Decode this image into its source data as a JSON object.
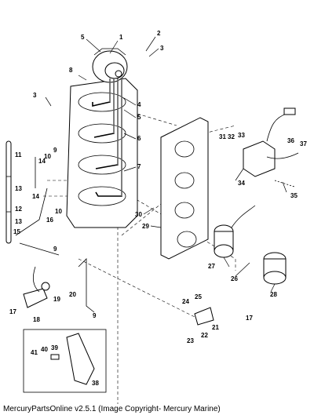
{
  "callouts": [
    "1",
    "2",
    "3",
    "3",
    "4",
    "5",
    "5",
    "6",
    "7",
    "8",
    "9",
    "9",
    "9",
    "10",
    "10",
    "11",
    "12",
    "13",
    "13",
    "14",
    "14",
    "15",
    "16",
    "17",
    "17",
    "18",
    "19",
    "20",
    "21",
    "22",
    "23",
    "24",
    "25",
    "26",
    "27",
    "28",
    "29",
    "30",
    "31",
    "32",
    "33",
    "34",
    "35",
    "36",
    "37",
    "38",
    "39",
    "40",
    "41"
  ],
  "footer": "MercuryPartsOnline v2.5.1 (Image Copyright- Mercury Marine)"
}
